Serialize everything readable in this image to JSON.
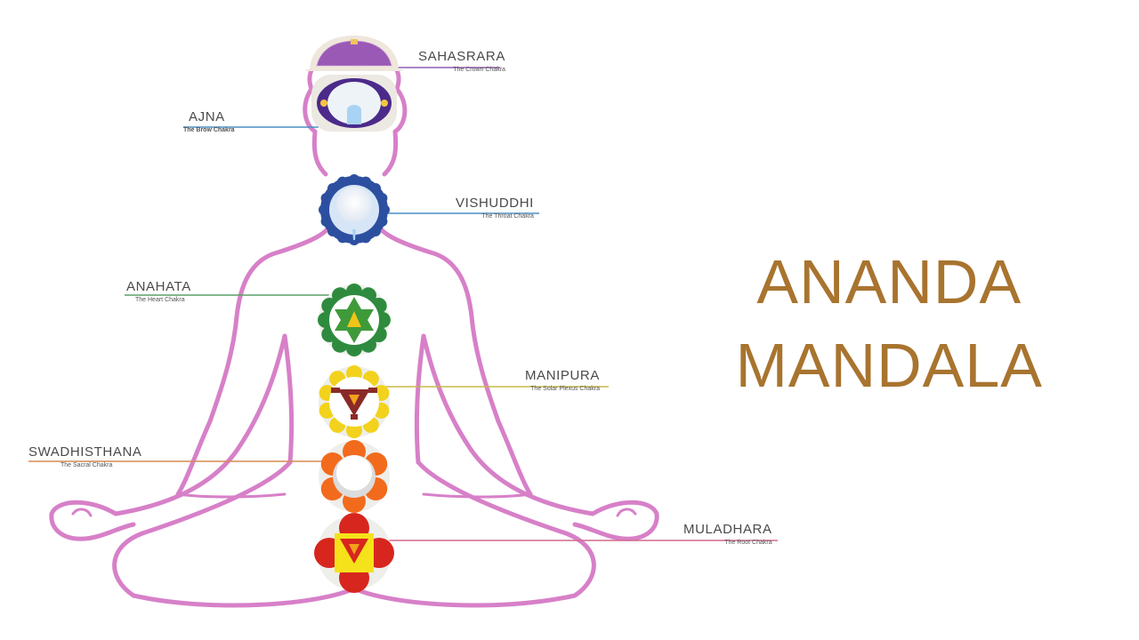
{
  "brand": {
    "line1": "ANANDA",
    "line2": "MANDALA"
  },
  "chakras": [
    {
      "name": "SAHASRARA",
      "subtitle": "The Crown Chakra"
    },
    {
      "name": "AJNA",
      "subtitle": "The Brow Chakra"
    },
    {
      "name": "VISHUDDHI",
      "subtitle": "The Throat Chakra"
    },
    {
      "name": "ANAHATA",
      "subtitle": "The Heart Chakra"
    },
    {
      "name": "MANIPURA",
      "subtitle": "The Solar Plexus Chakra"
    },
    {
      "name": "SWADHISTHANA",
      "subtitle": "The Sacral Chakra"
    },
    {
      "name": "MULADHARA",
      "subtitle": "The Root Chakra"
    }
  ],
  "colors": {
    "brand": "#a8742f",
    "crown": "#9b59b6",
    "brow": "#4b2a8a",
    "throat": "#2d4fa0",
    "heart": "#2e8b3e",
    "solar": "#f2d21c",
    "sacral": "#f26b1d",
    "root": "#d7261e"
  }
}
